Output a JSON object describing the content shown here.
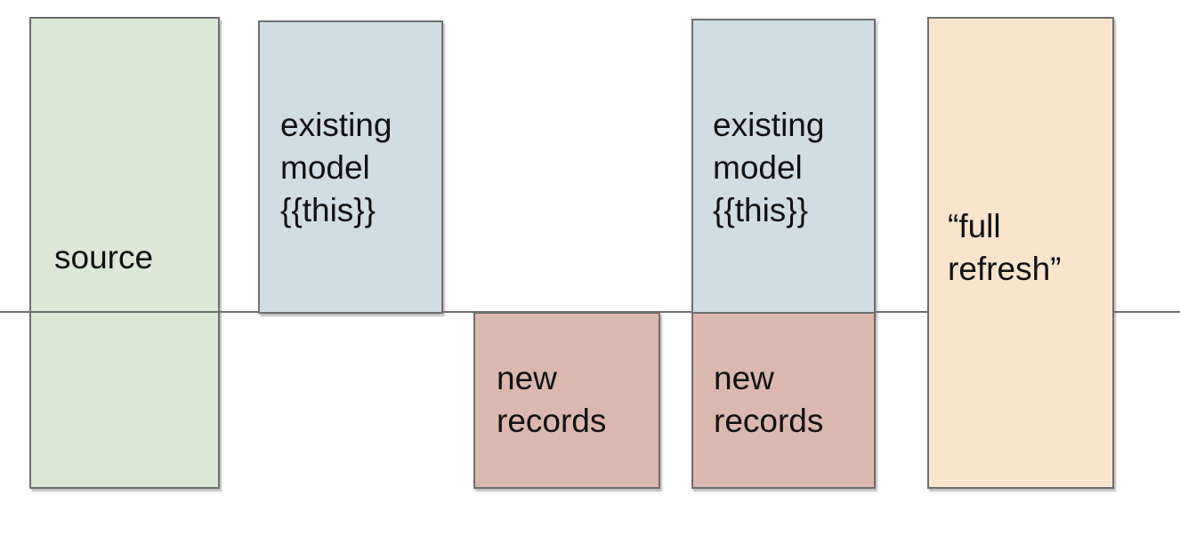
{
  "canvas": {
    "background": "#ffffff"
  },
  "colors": {
    "source_fill": "#dbe8d6",
    "existing_model_fill": "#d0dde3",
    "new_records_fill": "#dbb8af",
    "full_refresh_fill": "#f8e5cb",
    "box_border": "#6f6f6f",
    "timeline_line": "#6e6e6e",
    "text": "#111111"
  },
  "boxes": [
    {
      "id": "source",
      "label": "source"
    },
    {
      "id": "existing-model-1",
      "label": "existing\nmodel\n{{this}}"
    },
    {
      "id": "new-records-1",
      "label": "new\nrecords"
    },
    {
      "id": "existing-model-2",
      "label": "existing\nmodel\n{{this}}"
    },
    {
      "id": "new-records-2",
      "label": "new\nrecords"
    },
    {
      "id": "full-refresh",
      "label": "“full\nrefresh”"
    }
  ]
}
